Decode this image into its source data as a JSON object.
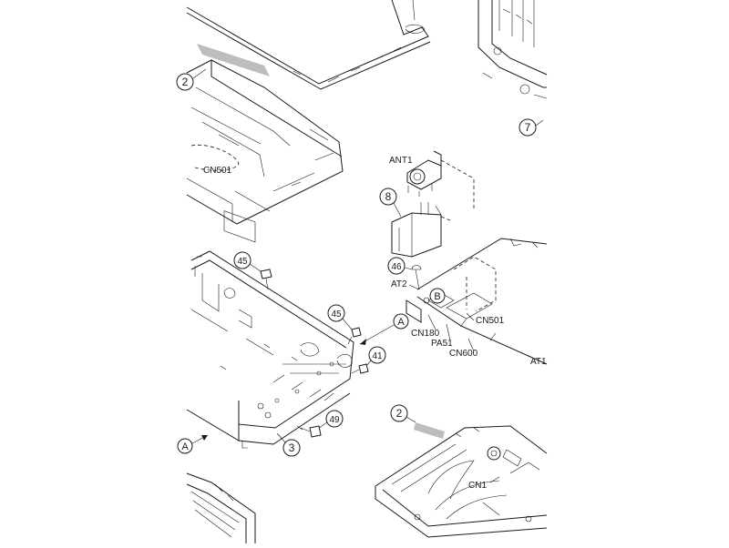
{
  "callouts": {
    "c2a": "2",
    "c7": "7",
    "c8": "8",
    "c45a": "45",
    "c45b": "45",
    "c46": "46",
    "c41": "41",
    "c49": "49",
    "c3": "3",
    "c2b": "2",
    "cA": "A",
    "cB": "B",
    "cA2": "A"
  },
  "labels": {
    "cn501_top": "CN501",
    "ant1": "ANT1",
    "at2": "AT2",
    "cn501_mid": "CN501",
    "cn180": "CN180",
    "pa51": "PA51",
    "cn600": "CN600",
    "at1": "AT1",
    "cn1": "CN1"
  }
}
